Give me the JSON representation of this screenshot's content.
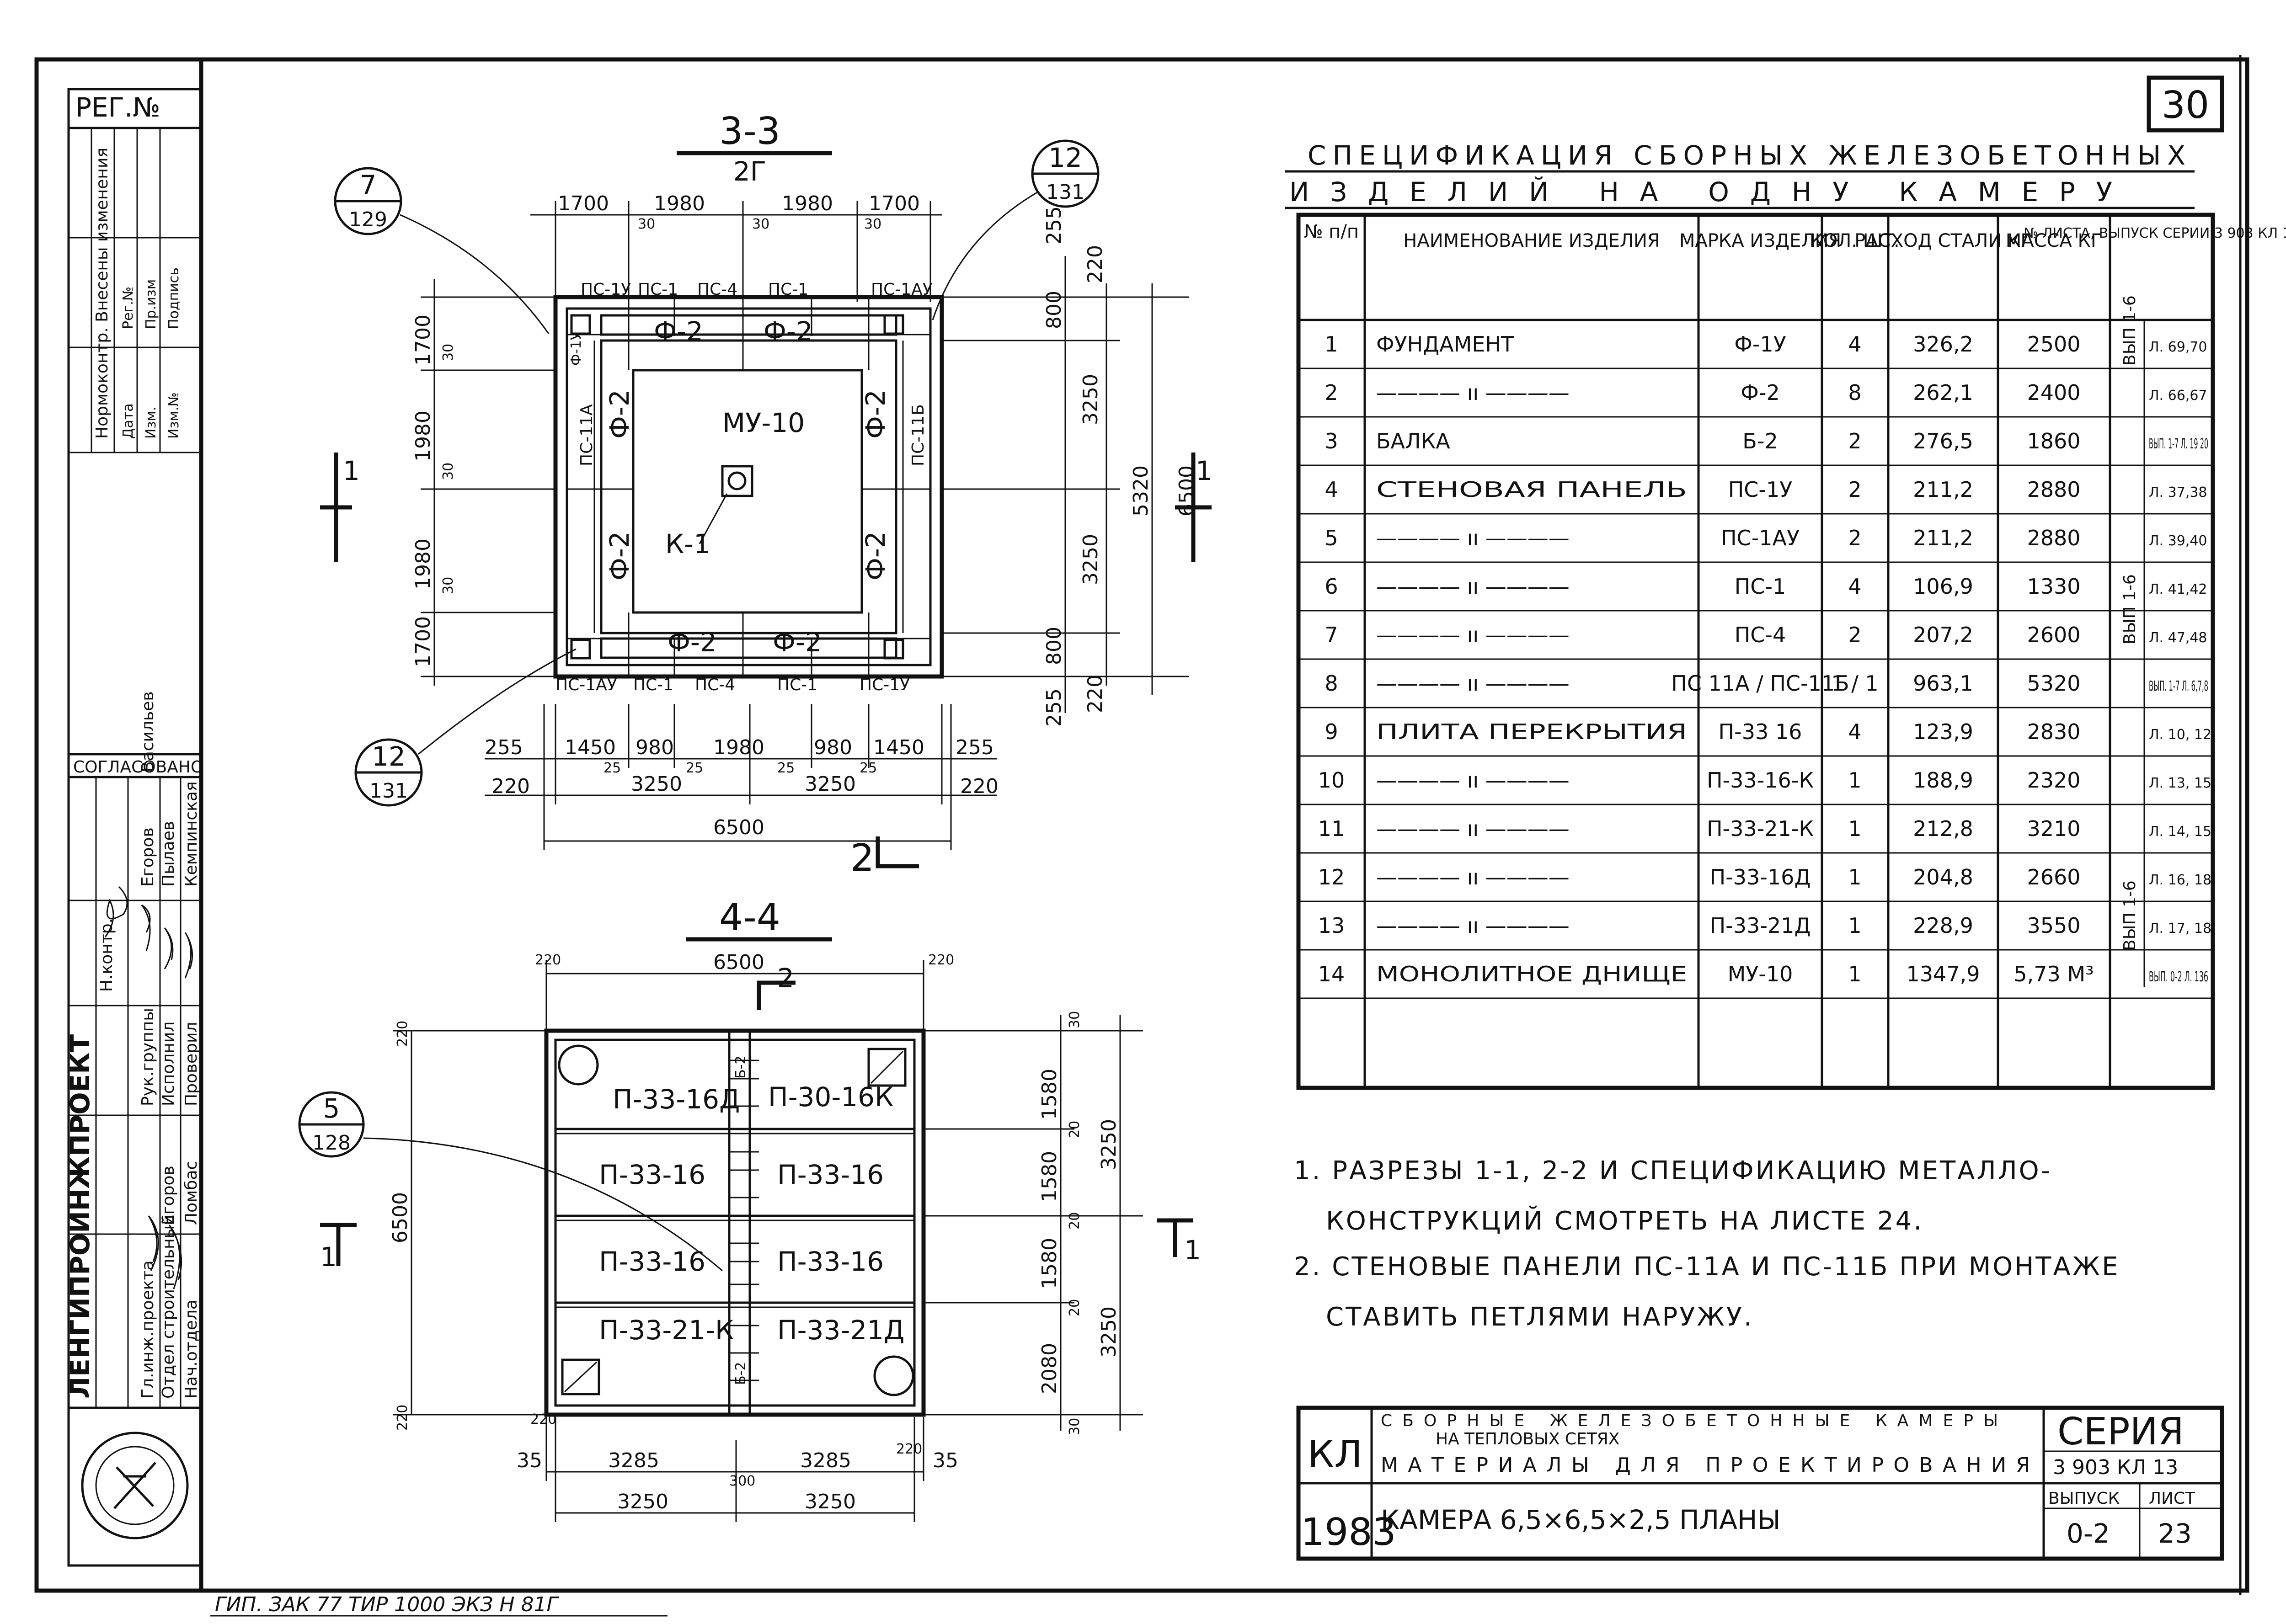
{
  "sheet_number": "30",
  "left_stamp": {
    "reg_no": "РЕГ.№",
    "change_header": "Нормоконтр. Внесены изменения",
    "change_cols": [
      "Дата",
      "Рег.№",
      "Изм.",
      "Пр.изм",
      "Изм.№",
      "Подпись"
    ],
    "agreed": "СОГЛАСОВАНО",
    "org": "ЛЕНГИПРОИНЖПРОЕКТ",
    "roles": [
      "Н.контр.",
      "Рук.группы",
      "Исполнил",
      "Проверил",
      "Гл.инж.проекта",
      "Отдел строительный",
      "Нач.отдела"
    ],
    "names": [
      "Егоров",
      "Васильев",
      "Пылаев",
      "Кемпинская",
      "Егоров",
      "Ломбас"
    ]
  },
  "section33": {
    "title": "3-3",
    "sub": "2Г",
    "sub_bottom": "2",
    "callout_top_left": {
      "num": "7",
      "sheet": "129"
    },
    "callout_top_right": {
      "num": "12",
      "sheet": "131"
    },
    "callout_bottom_left": {
      "num": "12",
      "sheet": "131"
    },
    "top_dims": [
      "1700",
      "1980",
      "1980",
      "1700"
    ],
    "small30": "30",
    "left_dims": [
      "1700",
      "1980",
      "1980",
      "1700"
    ],
    "right_dims_inner": [
      "255",
      "220",
      "800",
      "3250",
      "3250",
      "800",
      "255",
      "220"
    ],
    "right_total": "5320",
    "right_overall": "6500",
    "bottom_dims_row1": [
      "255",
      "1450",
      "980",
      "1980",
      "980",
      "1450",
      "255"
    ],
    "bottom_small25": "25",
    "bottom_dims_row2": [
      "220",
      "3250",
      "3250",
      "220"
    ],
    "bottom_total": "6500",
    "top_panels": [
      "ПС-1У",
      "ПС-1",
      "ПС-4",
      "ПС-1",
      "ПС-1АУ"
    ],
    "bottom_panels": [
      "ПС-1АУ",
      "ПС-1",
      "ПС-4",
      "ПС-1",
      "ПС-1У"
    ],
    "foundations": [
      "Ф-2",
      "Ф-2",
      "Ф-2",
      "Ф-2"
    ],
    "side_foundations": [
      "Ф-2",
      "Ф-2",
      "Ф-2",
      "Ф-2"
    ],
    "side_panels": [
      "ПС-11А",
      "ПС-11Б"
    ],
    "corner_label": "Ф-1У",
    "center": "МУ-10",
    "k1": "К-1",
    "section_mark": "1"
  },
  "section44": {
    "title": "4-4",
    "callout": {
      "num": "5",
      "sheet": "128"
    },
    "top_total": "6500",
    "top_small": "220",
    "marker2": "2",
    "left_total": "6500",
    "right_dims": [
      "1580",
      "1580",
      "1580",
      "2080"
    ],
    "right_small": "20",
    "right_pairs": [
      "3250",
      "3250"
    ],
    "right_small30": "30",
    "bottom_dims_row1": [
      "35",
      "3285",
      "3285",
      "35"
    ],
    "bottom_small": "300",
    "bottom_dims_row2": [
      "3250",
      "3250"
    ],
    "side_small": "220",
    "slabs": [
      "П-33-16Д",
      "П-30-16К",
      "П-33-16",
      "П-33-16",
      "П-33-16",
      "П-33-16",
      "П-33-21-К",
      "П-33-21Д"
    ],
    "b2": "Б-2",
    "section_mark": "1"
  },
  "spec": {
    "title_line1": "СПЕЦИФИКАЦИЯ СБОРНЫХ ЖЕЛЕЗОБЕТОННЫХ",
    "title_line2": "ИЗДЕЛИЙ НА ОДНУ КАМЕРУ",
    "headers": [
      "№ п/п",
      "НАИМЕНОВАНИЕ ИЗДЕЛИЯ",
      "МАРКА ИЗДЕЛИЯ",
      "КОЛ. ШТ.",
      "РАСХОД СТАЛИ КГ",
      "МАССА КГ",
      "№ ЛИСТА, ВЫПУСК СЕРИИ 3 903 КЛ 13"
    ],
    "rows": [
      [
        "1",
        "ФУНДАМЕНТ",
        "Ф-1У",
        "4",
        "326,2",
        "2500",
        "Л. 69,70"
      ],
      [
        "2",
        "———— ıı ————",
        "Ф-2",
        "8",
        "262,1",
        "2400",
        "Л. 66,67"
      ],
      [
        "3",
        "БАЛКА",
        "Б-2",
        "2",
        "276,5",
        "1860",
        "ВЫП. 1-7 Л. 19 20"
      ],
      [
        "4",
        "СТЕНОВАЯ ПАНЕЛЬ",
        "ПС-1У",
        "2",
        "211,2",
        "2880",
        "Л. 37,38"
      ],
      [
        "5",
        "———— ıı ————",
        "ПС-1АУ",
        "2",
        "211,2",
        "2880",
        "Л. 39,40"
      ],
      [
        "6",
        "———— ıı ————",
        "ПС-1",
        "4",
        "106,9",
        "1330",
        "Л. 41,42"
      ],
      [
        "7",
        "———— ıı ————",
        "ПС-4",
        "2",
        "207,2",
        "2600",
        "Л. 47,48"
      ],
      [
        "8",
        "———— ıı ————",
        "ПС 11А / ПС-11Б",
        "1 / 1",
        "963,1",
        "5320",
        "ВЫП. 1-7 Л. 6,7,8"
      ],
      [
        "9",
        "ПЛИТА ПЕРЕКРЫТИЯ",
        "П-33 16",
        "4",
        "123,9",
        "2830",
        "Л. 10, 12"
      ],
      [
        "10",
        "———— ıı ————",
        "П-33-16-К",
        "1",
        "188,9",
        "2320",
        "Л. 13, 15"
      ],
      [
        "11",
        "———— ıı ————",
        "П-33-21-К",
        "1",
        "212,8",
        "3210",
        "Л. 14, 15"
      ],
      [
        "12",
        "———— ıı ————",
        "П-33-16Д",
        "1",
        "204,8",
        "2660",
        "Л. 16, 18"
      ],
      [
        "13",
        "———— ıı ————",
        "П-33-21Д",
        "1",
        "228,9",
        "3550",
        "Л. 17, 18"
      ],
      [
        "14",
        "МОНОЛИТНОЕ ДНИЩЕ",
        "МУ-10",
        "1",
        "1347,9",
        "5,73 М³",
        "ВЫП. 0-2 Л. 136"
      ]
    ],
    "vyp_groups": [
      "ВЫП 1-6",
      "ВЫП 1-6",
      "ВЫП 1-6"
    ]
  },
  "notes": [
    "1. РАЗРЕЗЫ 1-1, 2-2 И СПЕЦИФИКАЦИЮ МЕТАЛЛО-",
    "КОНСТРУКЦИЙ СМОТРЕТЬ НА ЛИСТЕ 24.",
    "2. СТЕНОВЫЕ ПАНЕЛИ ПС-11А И ПС-11Б ПРИ МОНТАЖЕ",
    "СТАВИТЬ ПЕТЛЯМИ НАРУЖУ."
  ],
  "title_block": {
    "code": "КЛ",
    "year": "1983",
    "desc1": "СБОРНЫЕ ЖЕЛЕЗОБЕТОННЫЕ КАМЕРЫ",
    "desc2": "НА ТЕПЛОВЫХ СЕТЯХ",
    "desc3": "МАТЕРИАЛЫ ДЛЯ ПРОЕКТИРОВАНИЯ",
    "camera": "КАМЕРА 6,5×6,5×2,5 ПЛАНЫ",
    "series_label": "СЕРИЯ",
    "series": "3 903 КЛ 13",
    "vypusk_label": "ВЫПУСК",
    "vypusk": "0-2",
    "list_label": "ЛИСТ",
    "list": "23"
  },
  "footer": "ГИП. ЗАК 77 ТИР 1000 ЭКЗ Н 81Г"
}
